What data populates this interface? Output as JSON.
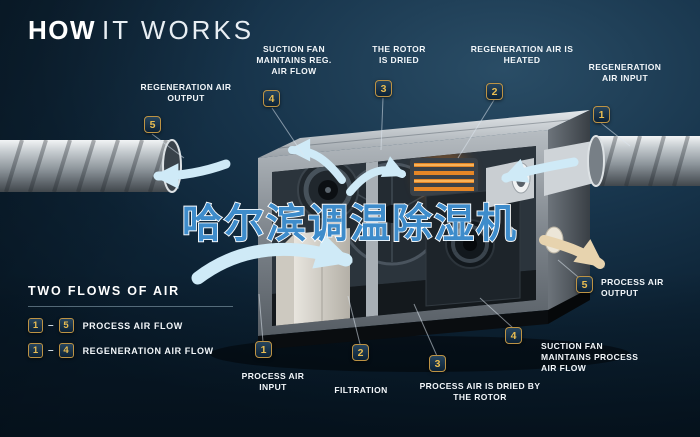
{
  "title": {
    "strong": "HOW",
    "light": "IT WORKS"
  },
  "watermark": {
    "text": "哈尔滨调温除湿机",
    "fill": "#3e8ccb",
    "stroke": "#ffffff"
  },
  "labels": {
    "regeneration_air_output": {
      "badge": "5",
      "text": "REGENERATION AIR OUTPUT"
    },
    "suction_fan_reg": {
      "badge": "4",
      "text": "SUCTION FAN MAINTAINS REG. AIR FLOW"
    },
    "rotor_is_dried": {
      "badge": "3",
      "text": "THE ROTOR IS DRIED"
    },
    "regeneration_air_heated": {
      "badge": "2",
      "text": "REGENERATION AIR IS HEATED"
    },
    "regeneration_air_input": {
      "badge": "1",
      "text": "REGENERATION AIR INPUT"
    },
    "process_air_output": {
      "badge": "5",
      "text": "PROCESS AIR OUTPUT"
    },
    "suction_fan_process": {
      "badge": "4",
      "text": "SUCTION FAN MAINTAINS PROCESS AIR FLOW"
    },
    "process_air_dried": {
      "badge": "3",
      "text": "PROCESS AIR IS DRIED BY THE ROTOR"
    },
    "filtration": {
      "badge": "2",
      "text": "FILTRATION"
    },
    "process_air_input": {
      "badge": "1",
      "text": "PROCESS AIR INPUT"
    }
  },
  "legend": {
    "title": "TWO FLOWS OF AIR",
    "rows": [
      {
        "from": "1",
        "dash": "–",
        "to": "5",
        "label": "PROCESS AIR FLOW"
      },
      {
        "from": "1",
        "dash": "–",
        "to": "4",
        "label": "REGENERATION AIR FLOW"
      }
    ]
  },
  "colors": {
    "background": "#0d2335",
    "badge_number": "#e9bd52",
    "badge_border": "#bd9344",
    "label_text": "#ffffff",
    "airflow_blue": "#cfeaf7",
    "heater_orange": "#e07a1e",
    "output_air_tan": "#e7d3ae",
    "duct_silver": "#9aa0a6"
  }
}
